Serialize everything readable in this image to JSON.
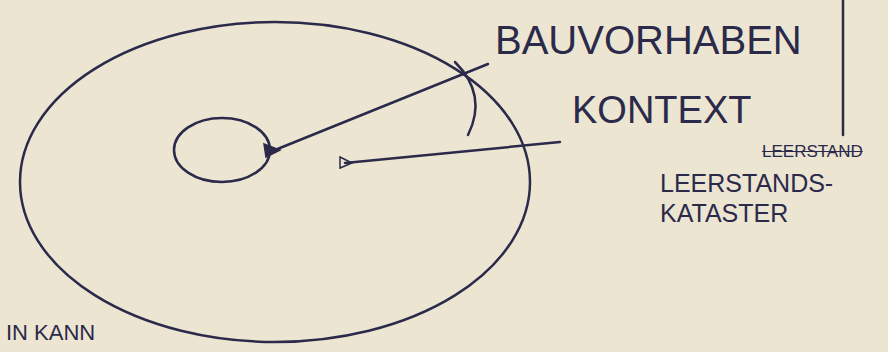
{
  "diagram": {
    "labels": [
      "BAUVORHABEN",
      "KONTEXT",
      "LEERSTAND",
      "LEERSTANDS- KATASTER",
      "IN KANN"
    ]
  }
}
